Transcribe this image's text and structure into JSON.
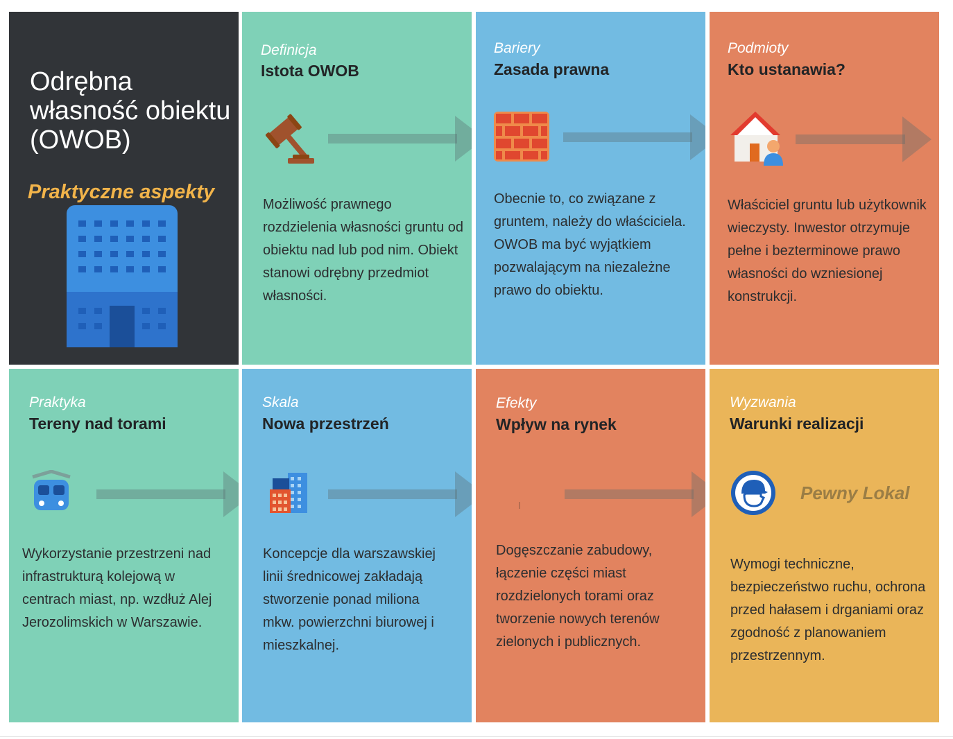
{
  "main": {
    "title": "Odrębna własność obiektu (OWOB)",
    "subtitle": "Praktyczne aspekty",
    "icon": "office-building-icon"
  },
  "panels": [
    {
      "category": "Definicja",
      "heading": "Istota OWOB",
      "icon": "gavel-icon",
      "body": "Możliwość prawnego rozdzielenia własności gruntu od obiektu nad lub pod nim. Obiekt stanowi odrębny przedmiot własności."
    },
    {
      "category": "Bariery",
      "heading": "Zasada prawna",
      "icon": "brick-wall-icon",
      "body": "Obecnie to, co związane z gruntem, należy do właściciela. OWOB ma być wyjątkiem pozwalającym na niezależne prawo do obiektu."
    },
    {
      "category": "Podmioty",
      "heading": "Kto ustanawia?",
      "icon": "house-owner-icon",
      "body": "Właściciel gruntu lub użytkownik wieczysty. Inwestor otrzymuje pełne i bezterminowe prawo własności do wzniesionej konstrukcji."
    },
    {
      "category": "Praktyka",
      "heading": "Tereny nad torami",
      "icon": "train-icon",
      "body": "Wykorzystanie przestrzeni nad infrastrukturą kolejową w centrach miast, np. wzdłuż Alej Jerozolimskich w Warszawie."
    },
    {
      "category": "Skala",
      "heading": "Nowa przestrzeń",
      "icon": "city-buildings-icon",
      "body": "Koncepcje dla warszawskiej linii średnicowej zakładają stworzenie ponad miliona mkw. powierzchni biurowej i mieszkalnej."
    },
    {
      "category": "Efekty",
      "heading": "Wpływ na rynek",
      "icon": "market-icon",
      "body": "Dogęszczanie zabudowy, łączenie części miast rozdzielonych torami oraz tworzenie nowych terenów zielonych i publicznych."
    },
    {
      "category": "Wyzwania",
      "heading": "Warunki realizacji",
      "icon": "hard-hat-icon",
      "body": "Wymogi techniczne, bezpieczeństwo ruchu, ochrona przed hałasem i drganiami oraz zgodność z planowaniem przestrzennym.",
      "watermark": "Pewny Lokal"
    }
  ],
  "colors": {
    "dark": "#313438",
    "green": "#7fd1b7",
    "blue": "#72bbe2",
    "orange": "#e2835f",
    "yellow": "#eab559",
    "accent": "#f2b44a",
    "arrow": "#5a6b6d"
  }
}
